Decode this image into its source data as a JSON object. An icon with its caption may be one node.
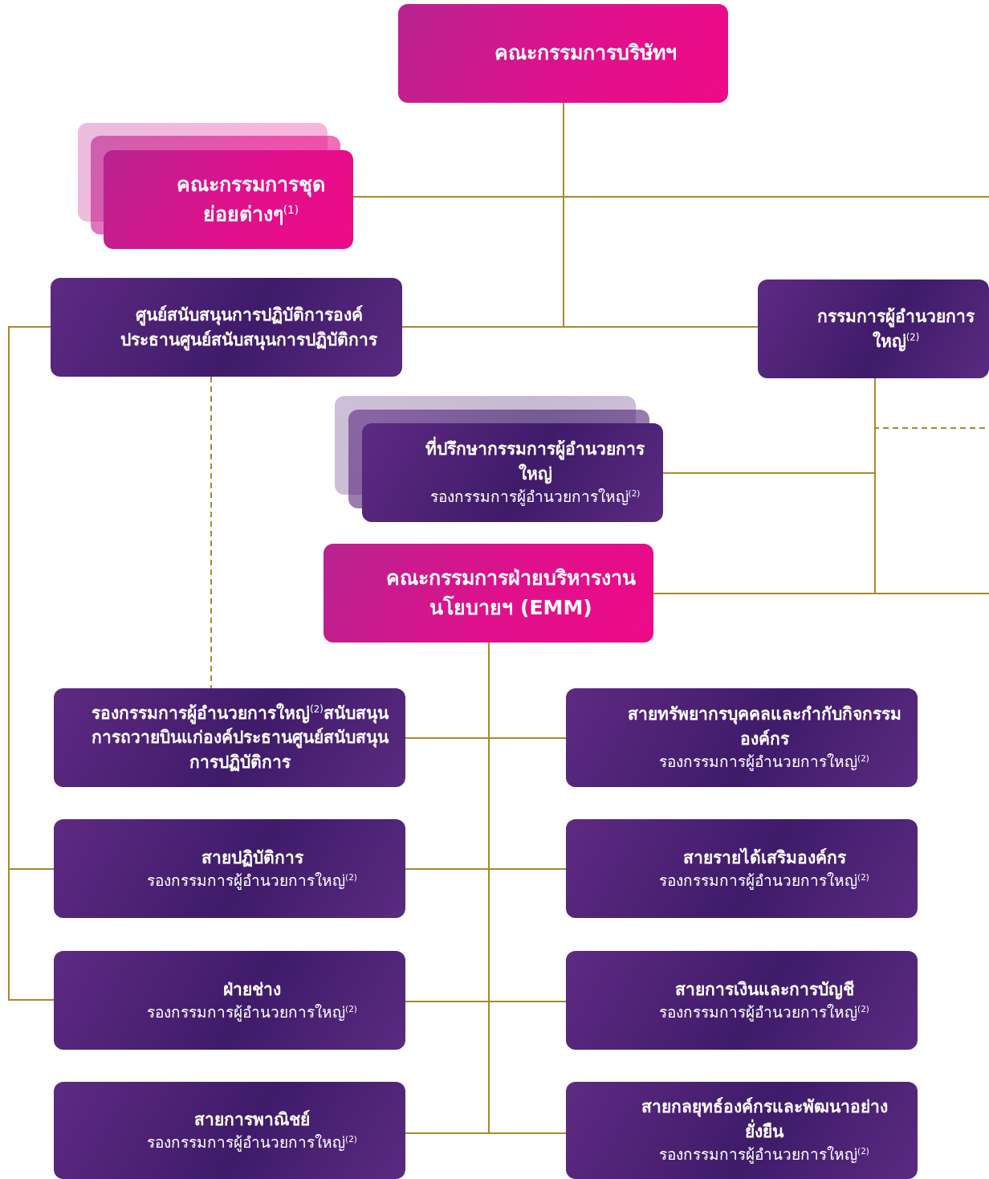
{
  "diagram": {
    "nodes": [
      {
        "text": [
          "คณะกรรมการบริษัทฯ"
        ]
      },
      {
        "text": [
          "คณะกรรมการชุดย่อยต่างๆ$^{(1)}$"
        ]
      },
      {
        "text": [
          "ศูนย์สนับสนุนการปฏิบัติการองค์ประธานศูนย์สนับสนุนการปฏิบัติการ"
        ]
      },
      {
        "text": [
          "กรรมการผู้อำนวยการใหญ่$^{(2)}$"
        ]
      },
      {
        "text": [
          "ที่ปรึกษากรรมการผู้อำนวยการใหญ่",
          "รองกรรมการผู้อำนวยการใหญ่$^{(2)}$"
        ]
      },
      {
        "text": [
          "คณะกรรมการฝ่ายบริหารงานนโยบายฯ (EMM)"
        ]
      },
      {
        "text": [
          "รองกรรมการผู้อำนวยการใหญ่$^{(2)}$สนับสนุนการถวายบินแก่องค์ประธานศูนย์สนับสนุนการปฏิบัติการ"
        ]
      },
      {
        "text": [
          "สายทรัพยากรบุคคลและกำกับกิจกรรมองค์กร",
          "รองกรรมการผู้อำนวยการใหญ่$^{(2)}$"
        ]
      },
      {
        "text": [
          "สายปฏิบัติการ",
          "รองกรรมการผู้อำนวยการใหญ่$^{(2)}$"
        ]
      },
      {
        "text": [
          "สายรายได้เสริมองค์กร",
          "รองกรรมการผู้อำนวยการใหญ่$^{(2)}$"
        ]
      },
      {
        "text": [
          "ฝ่ายช่าง",
          "รองกรรมการผู้อำนวยการใหญ่$^{(2)}$"
        ]
      },
      {
        "text": [
          "สายการเงินและการบัญชี",
          "รองกรรมการผู้อำนวยการใหญ่$^{(2)}$"
        ]
      },
      {
        "text": [
          "สายการพาณิชย์",
          "รองกรรมการผู้อำนวยการใหญ่$^{(2)}$"
        ]
      },
      {
        "text": [
          "สายกลยุทธ์องค์กรและพัฒนาอย่างยั่งยืน",
          "รองกรรมการผู้อำนวยการใหญ่$^{(2)}$"
        ]
      }
    ],
    "edges": [
      {
        "from": 0,
        "to": 1,
        "arrow": "none"
      },
      {
        "from": 0,
        "to": 2,
        "arrow": "none"
      },
      {
        "from": 0,
        "to": 3,
        "arrow": "none"
      },
      {
        "from": 3,
        "to": 4,
        "arrow": "none"
      },
      {
        "from": 3,
        "to": 5,
        "arrow": "none"
      },
      {
        "from": 2,
        "to": 6,
        "arrow": "none",
        "style": "dashed"
      },
      {
        "from": 2,
        "to": 8,
        "arrow": "none"
      },
      {
        "from": 2,
        "to": 10,
        "arrow": "none"
      },
      {
        "from": 5,
        "to": 6,
        "arrow": "none"
      },
      {
        "from": 5,
        "to": 7,
        "arrow": "none"
      },
      {
        "from": 5,
        "to": 8,
        "arrow": "none"
      },
      {
        "from": 5,
        "to": 9,
        "arrow": "none"
      },
      {
        "from": 5,
        "to": 10,
        "arrow": "none"
      },
      {
        "from": 5,
        "to": 11,
        "arrow": "none"
      },
      {
        "from": 5,
        "to": 12,
        "arrow": "none"
      },
      {
        "from": 5,
        "to": 13,
        "arrow": "none"
      },
      {
        "from": 1,
        "to": null,
        "arrow": "none"
      },
      {
        "from": 3,
        "to": null,
        "arrow": "none",
        "style": "dashed"
      },
      {
        "from": 5,
        "to": null,
        "arrow": "none"
      }
    ]
  }
}
